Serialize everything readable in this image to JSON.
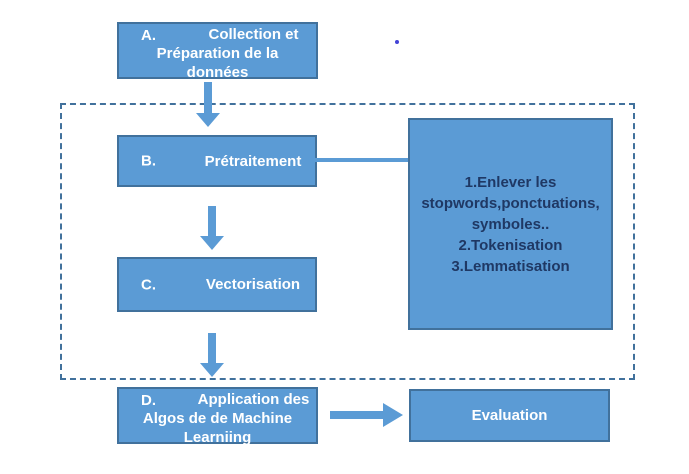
{
  "colors": {
    "box_fill": "#5b9bd5",
    "box_border": "#41719c",
    "box_text": "#ffffff",
    "detail_text": "#1f3864",
    "dashed_border": "#41719c",
    "arrow_fill": "#5b9bd5",
    "stray_dot": "#4343d6"
  },
  "steps": [
    {
      "marker": "A.",
      "lines": [
        "Collection et",
        "Préparation de la",
        "données"
      ]
    },
    {
      "marker": "B.",
      "lines": [
        "Prétraitement"
      ]
    },
    {
      "marker": "C.",
      "lines": [
        "Vectorisation"
      ]
    },
    {
      "marker": "D.",
      "lines": [
        "Application des",
        "Algos de de Machine",
        "Learniing"
      ]
    }
  ],
  "details_box": {
    "lines": [
      "1.Enlever les",
      "stopwords,ponctuations,",
      "symboles..",
      "2.Tokenisation",
      "3.Lemmatisation"
    ]
  },
  "evaluation_box": {
    "label": "Evaluation"
  }
}
